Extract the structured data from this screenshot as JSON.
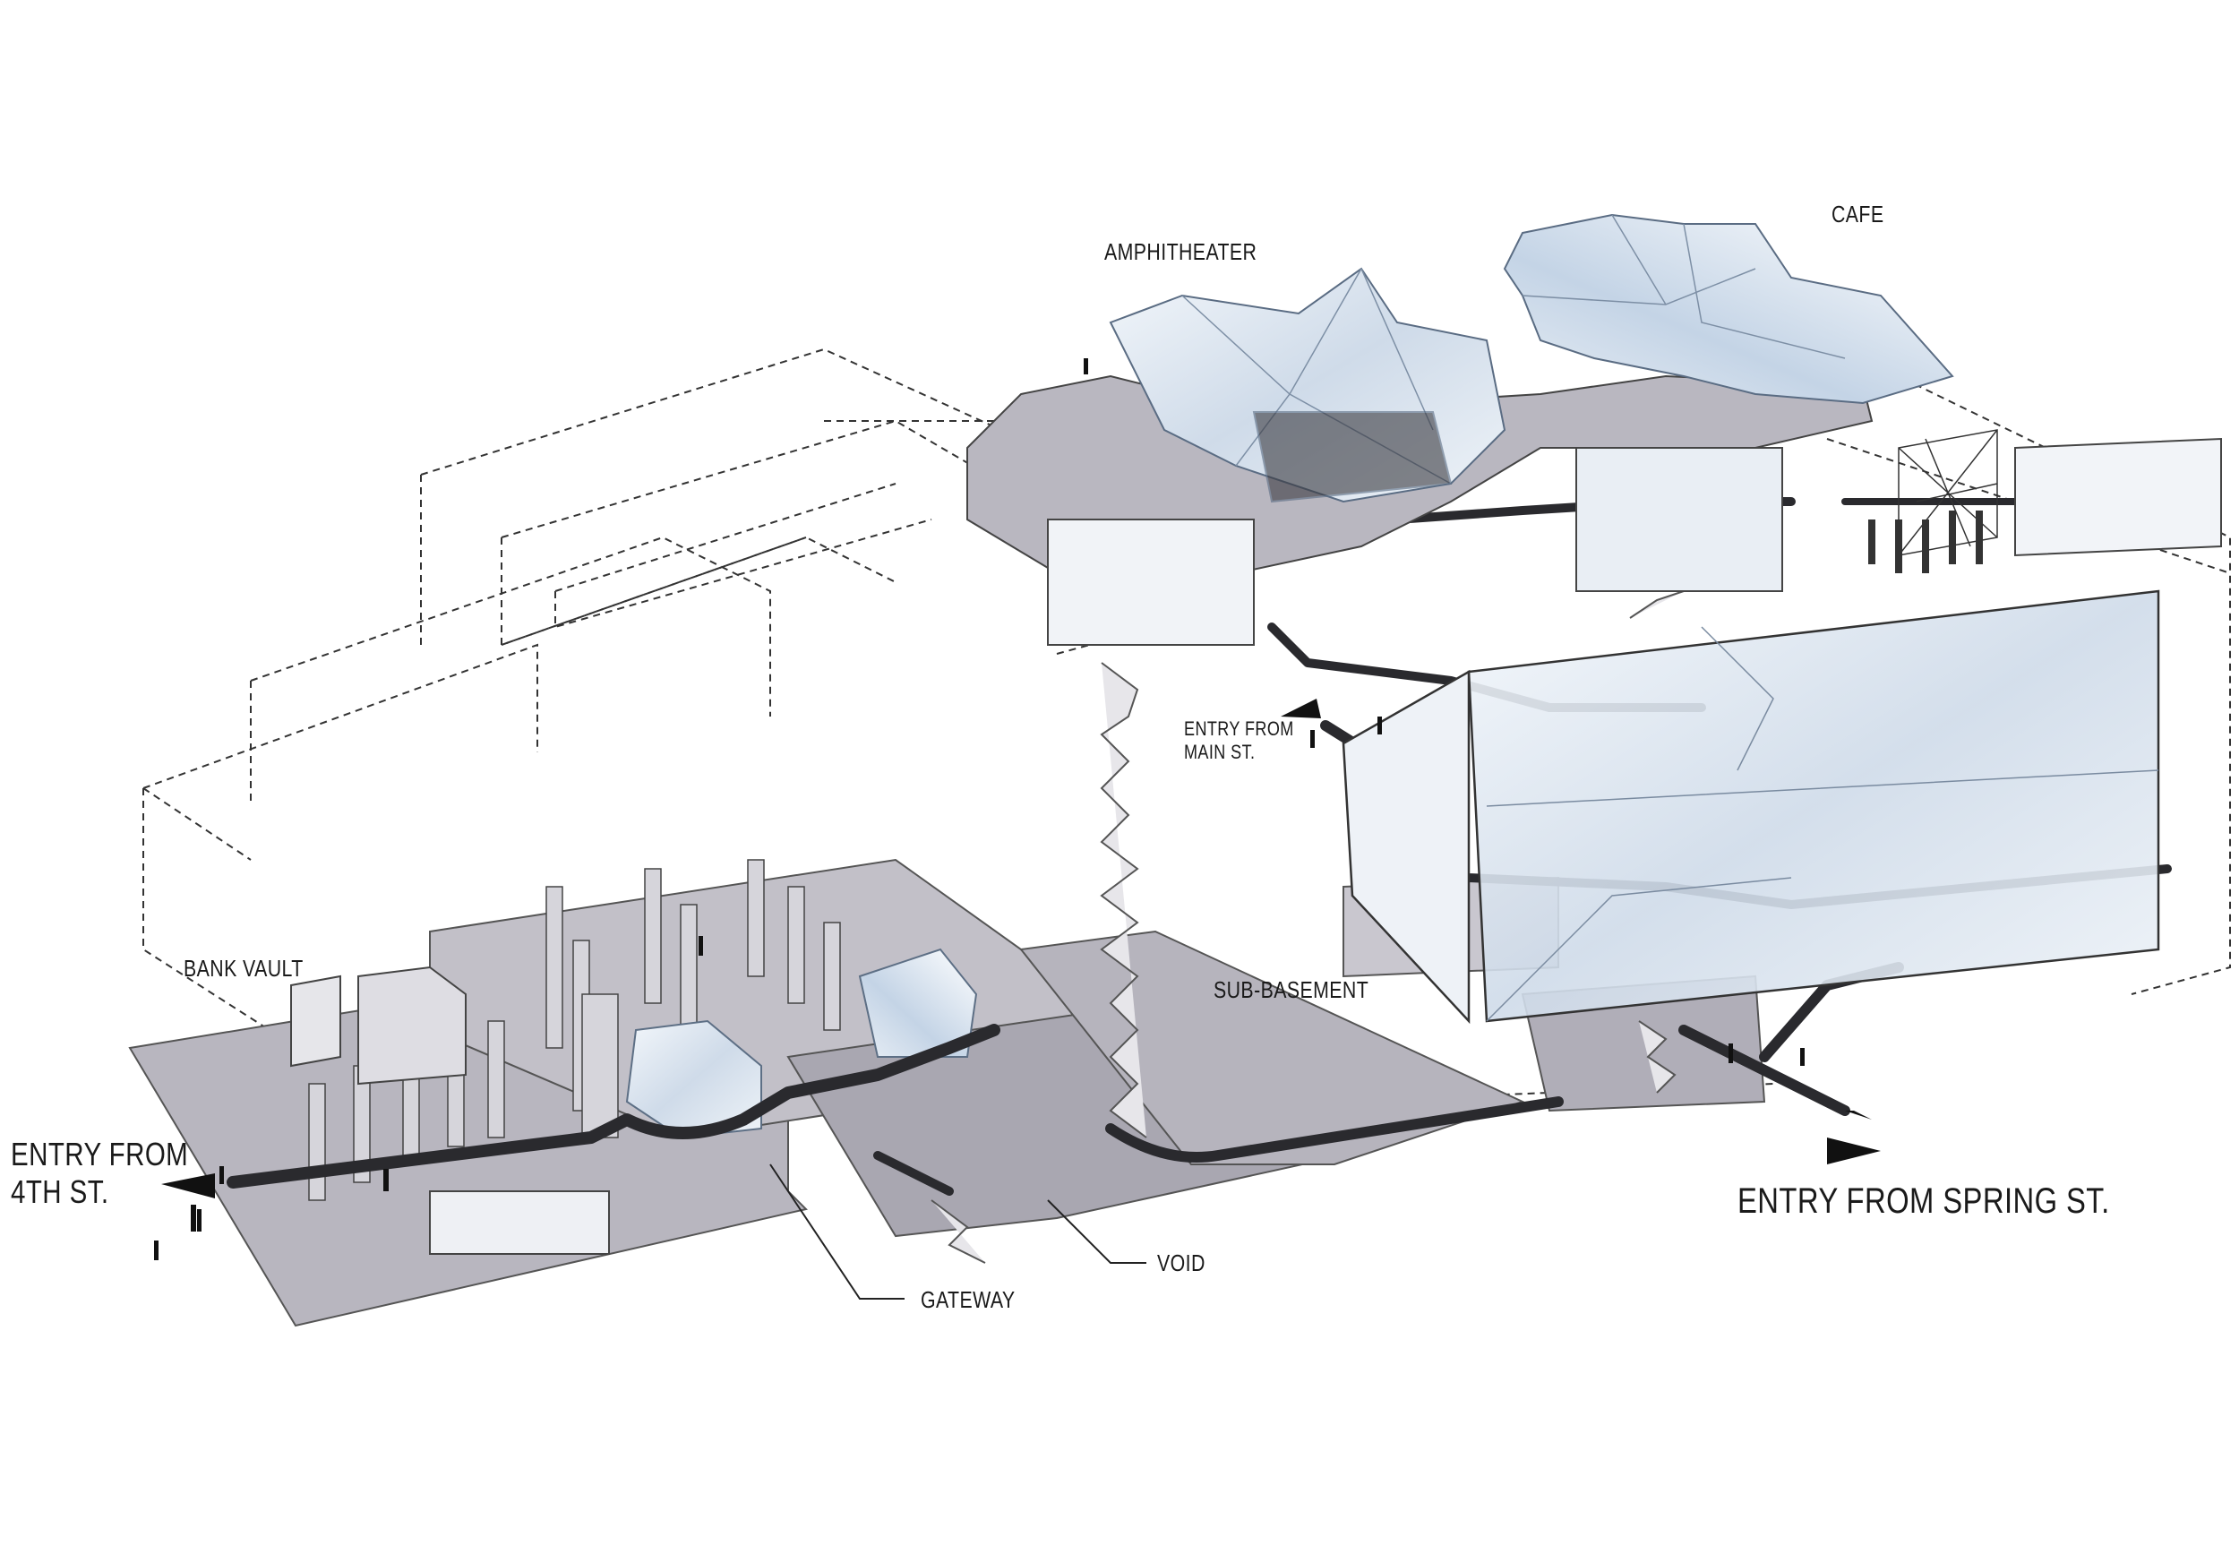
{
  "labels": {
    "amphitheater": "AMPHITHEATER",
    "cafe": "CAFE",
    "entry_main_line1": "ENTRY FROM",
    "entry_main_line2": "MAIN ST.",
    "bank_vault": "BANK VAULT",
    "sub_basement": "SUB-BASEMENT",
    "entry_4th_line1": "ENTRY FROM",
    "entry_4th_line2": "4TH ST.",
    "void": "VOID",
    "gateway": "GATEWAY",
    "entry_spring": "ENTRY FROM SPRING ST."
  },
  "colors": {
    "floor": "#b8b6bf",
    "floor_dark": "#8f8d97",
    "glass": "#dfe8f2",
    "glass_edge": "#6d7f95",
    "path": "#2a2a2e",
    "outline": "#222222"
  }
}
